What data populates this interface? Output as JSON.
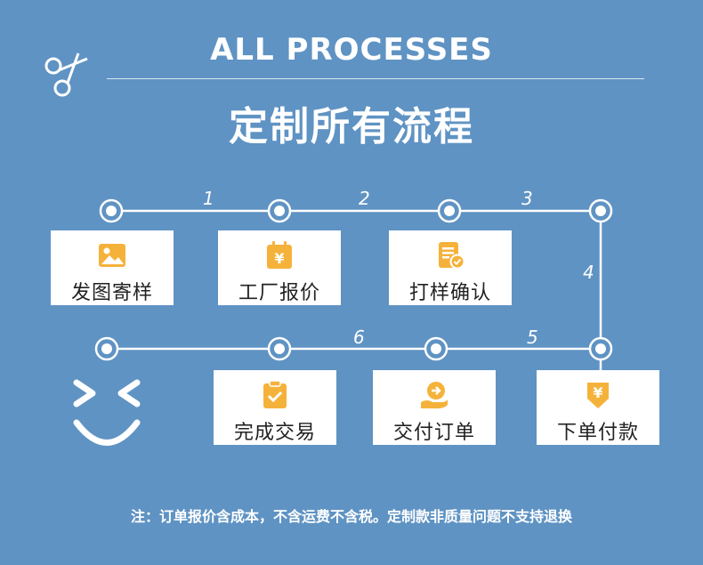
{
  "header": {
    "title_en": "ALL PROCESSES",
    "title_cn": "定制所有流程"
  },
  "steps": [
    "1",
    "2",
    "3",
    "4",
    "5",
    "6"
  ],
  "cards": [
    {
      "label": "发图寄样",
      "icon": "image-icon"
    },
    {
      "label": "工厂报价",
      "icon": "yen-calendar-icon"
    },
    {
      "label": "打样确认",
      "icon": "document-check-icon"
    },
    {
      "label": "下单付款",
      "icon": "yen-download-icon"
    },
    {
      "label": "交付订单",
      "icon": "hand-arrow-icon"
    },
    {
      "label": "完成交易",
      "icon": "clipboard-check-icon"
    }
  ],
  "footnote": "注：订单报价含成本，不含运费不含税。定制款非质量问题不支持退换",
  "colors": {
    "background": "#5f93c3",
    "icon": "#f5b23a",
    "card": "#ffffff"
  }
}
